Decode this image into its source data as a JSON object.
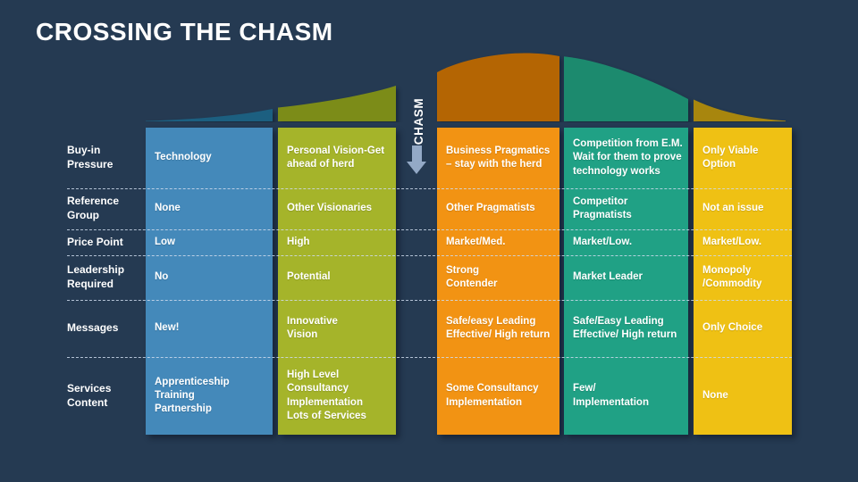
{
  "title": "CROSSING THE CHASM",
  "chasm": {
    "label": "CHASM"
  },
  "colors": {
    "background": "#253A52",
    "arrow": "#93A9C6",
    "divider": "#CEDBEC"
  },
  "row_labels": [
    "Buy-in\nPressure",
    "Reference\nGroup",
    "Price Point",
    "Leadership\nRequired",
    "Messages",
    "Services\nContent"
  ],
  "columns": [
    {
      "color": "#4489BA",
      "curve_color": "#1C5F80",
      "cells": [
        "Technology",
        "None",
        "Low",
        "No",
        "New!",
        "Apprenticeship\nTraining\nPartnership"
      ]
    },
    {
      "color": "#A5B42A",
      "curve_color": "#7C8C18",
      "cells": [
        "Personal Vision-Get\nahead of herd",
        "Other Visionaries",
        "High",
        "Potential",
        "Innovative\nVision",
        "High Level\nConsultancy\nImplementation\nLots of Services"
      ]
    },
    {
      "color": "#F29313",
      "curve_color": "#B46503",
      "cells": [
        "Business Pragmatics\n– stay with the herd",
        "Other Pragmatists",
        "Market/Med.",
        "Strong\nContender",
        "Safe/easy Leading\nEffective/ High return",
        "Some Consultancy\nImplementation"
      ]
    },
    {
      "color": "#20A185",
      "curve_color": "#1C8A6E",
      "cells": [
        "Competition from E.M.\nWait for them to prove\ntechnology works",
        "Competitor\nPragmatists",
        "Market/Low.",
        "Market Leader",
        "Safe/Easy Leading\nEffective/ High return",
        "Few/\nImplementation"
      ]
    },
    {
      "color": "#EFC114",
      "curve_color": "#A8860E",
      "cells": [
        "Only Viable\nOption",
        "Not an issue",
        "Market/Low.",
        "Monopoly\n/Commodity",
        "Only Choice",
        "None"
      ]
    }
  ]
}
